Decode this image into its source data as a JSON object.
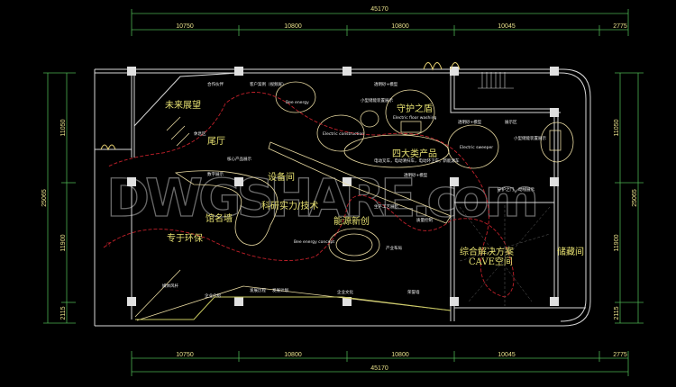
{
  "dimensions": {
    "top_total": "45170",
    "top_segments": [
      "10750",
      "10800",
      "10800",
      "10045",
      "2775"
    ],
    "bottom_total": "45170",
    "bottom_segments": [
      "10750",
      "10800",
      "10800",
      "10045",
      "2775"
    ],
    "left_total": "25065",
    "left_segments": [
      "11050",
      "11900",
      "2115"
    ],
    "right_total": "25065",
    "right_segments": [
      "11050",
      "11900",
      "2115"
    ]
  },
  "rooms": {
    "future": "未来展望",
    "tail_hall": "尾厅",
    "equipment": "设备间",
    "name_wall": "馆名墙",
    "eco": "专于环保",
    "research": "科研实力/技术",
    "energy": "能源新创",
    "shield": "守护之盾",
    "four_products": "四大类产品",
    "solution": "综合解决方案",
    "cave": "CAVE空间",
    "storage": "储藏间"
  },
  "labels": {
    "partners": "合作伙伴",
    "cases": "客户案例（视频屏）",
    "bee_energy": "Bee energy",
    "construction": "Electric construction",
    "floor_washing": "Electric floor washing",
    "sweeper": "Electric sweeper",
    "model1": "透明砂+模型",
    "model2": "透明砂+模型",
    "model3": "透明砂+模型",
    "mini_storage": "小型储能装置展示",
    "mini_storage2": "小型储能装置展示",
    "exhibit": "展示区",
    "vehicles": "电动叉车，电动清扫车，电动环卫车，新能源车",
    "bench": "休息区",
    "core": "核心产品展示",
    "digital": "数字展示",
    "guard_gate": "守护之门",
    "flow": "动线展示",
    "process": "生产工艺展示",
    "quality": "质量控制",
    "layout": "产业布局",
    "bee_concept": "Bee energy concept",
    "media": "媒体风杆",
    "intro": "企业介绍",
    "history": "发展历程",
    "plan": "发展计划",
    "culture": "企业文化",
    "honor": "荣誉墙",
    "entry": "门"
  },
  "watermark": "DWGSHARE.com",
  "colors": {
    "background": "#000000",
    "dimension": "#4caf50",
    "wall": "#d9d9d9",
    "route": "#c0202a",
    "room_text": "#e6e070",
    "furniture": "#e8d9a0"
  }
}
